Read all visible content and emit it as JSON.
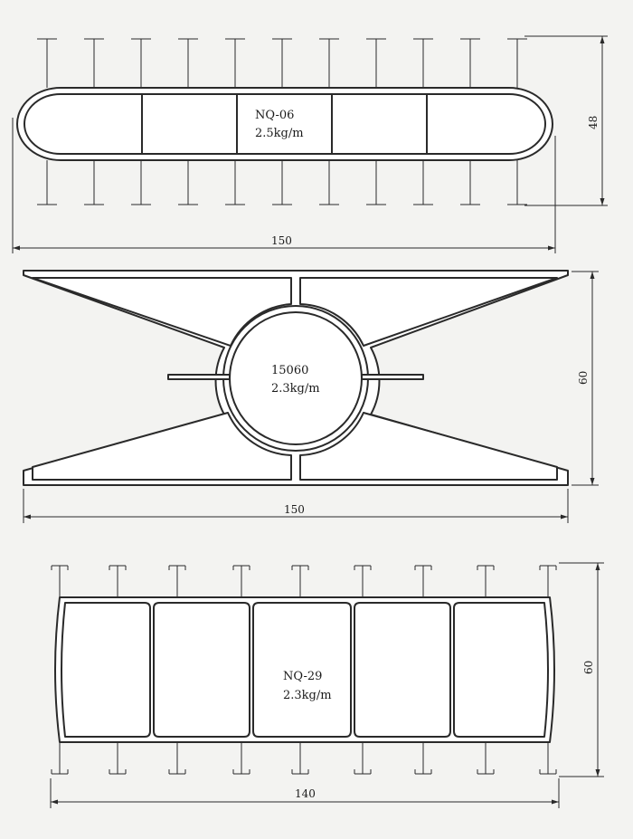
{
  "profiles": [
    {
      "name": "NQ-06",
      "weight": "2.5kg/m",
      "width": "150",
      "height": "48"
    },
    {
      "name": "15060",
      "weight": "2.3kg/m",
      "width": "150",
      "height": "60"
    },
    {
      "name": "NQ-29",
      "weight": "2.3kg/m",
      "width": "140",
      "height": "60"
    }
  ]
}
